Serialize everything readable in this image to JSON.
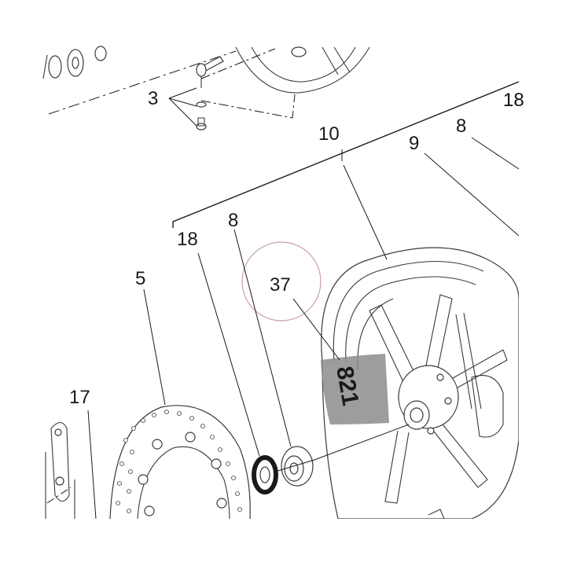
{
  "diagram": {
    "callouts": {
      "c3": "3",
      "c10": "10",
      "c9": "9",
      "c8_top": "8",
      "c18_top": "18",
      "c18": "18",
      "c8": "8",
      "c5": "5",
      "c37": "37",
      "c17": "17"
    },
    "decal_text": "821",
    "colors": {
      "line": "#1a1a1a",
      "highlight_circle": "#c8a0a8",
      "decal_band": "#8c8c8c"
    }
  }
}
